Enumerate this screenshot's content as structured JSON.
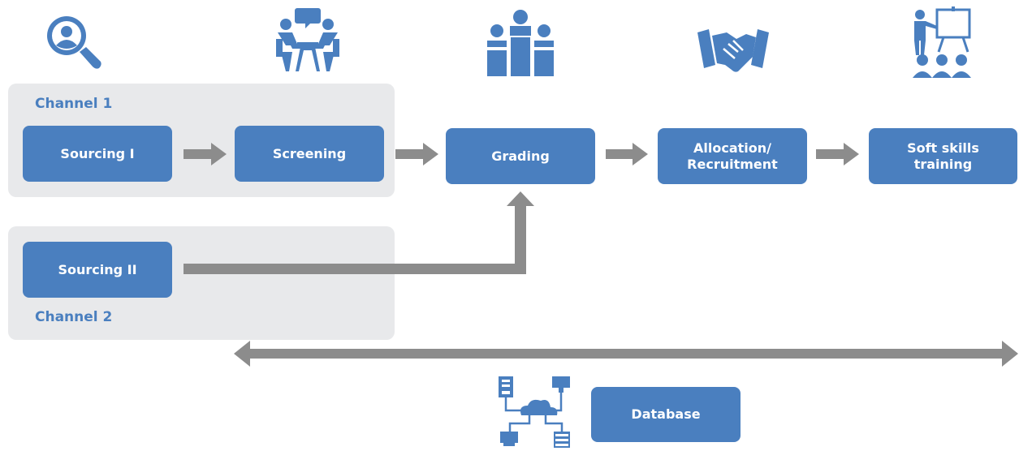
{
  "channels": {
    "channel1": {
      "label": "Channel 1"
    },
    "channel2": {
      "label": "Channel 2"
    }
  },
  "steps": {
    "sourcing1": {
      "label": "Sourcing I"
    },
    "screening": {
      "label": "Screening"
    },
    "grading": {
      "label": "Grading"
    },
    "allocation": {
      "label": "Allocation/\nRecruitment"
    },
    "softskills": {
      "label": "Soft skills\ntraining"
    },
    "sourcing2": {
      "label": "Sourcing II"
    },
    "database": {
      "label": "Database"
    }
  },
  "icons": [
    "search-person-icon",
    "interview-icon",
    "podium-group-icon",
    "handshake-icon",
    "presentation-training-icon",
    "network-database-icon"
  ],
  "colors": {
    "accent": "#4a7fbf",
    "arrow": "#8c8c8c",
    "panel": "#e8e9eb",
    "text_on_accent": "#ffffff"
  }
}
